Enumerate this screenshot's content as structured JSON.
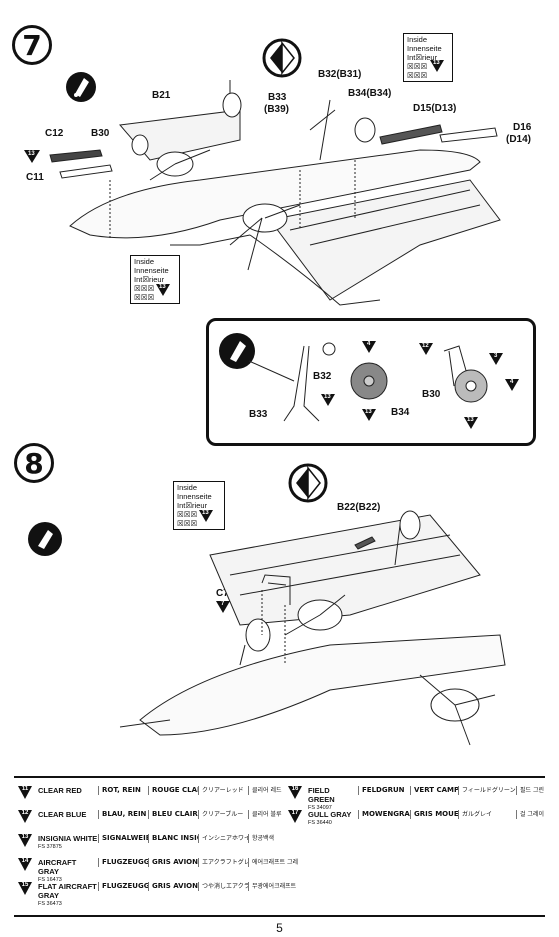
{
  "step7": {
    "number": "7",
    "labels": {
      "b21": "B21",
      "b30": "B30",
      "c12": "C12",
      "c11": "C11",
      "b33": "B33",
      "b39": "(B39)",
      "b32": "B32(B31)",
      "b34": "B34(B34)",
      "d15": "D15(D13)",
      "d16": "D16",
      "d14": "(D14)"
    },
    "note_top": {
      "l1": "Inside",
      "l2": "Innenseite",
      "l3": "Int☒rieur",
      "l4": "☒☒☒",
      "l5": "☒☒☒",
      "code": "13"
    },
    "note_left": {
      "l1": "Inside",
      "l2": "Innenseite",
      "l3": "Int☒rieur",
      "l4": "☒☒☒",
      "l5": "☒☒☒",
      "code": "13"
    },
    "c12_code": "13"
  },
  "detail": {
    "b32": "B32",
    "b33": "B33",
    "b34": "B34",
    "b30": "B30",
    "codes": {
      "b32": "13",
      "b34_top": "4",
      "b34_bot": "13",
      "b30_12": "12",
      "b30_3": "3",
      "b30_4": "4",
      "b30_13": "13"
    }
  },
  "step8": {
    "number": "8",
    "labels": {
      "b22": "B22(B22)",
      "c7": "C7"
    },
    "c7_code": "7",
    "note": {
      "l1": "Inside",
      "l2": "Innenseite",
      "l3": "Int☒rieur",
      "l4": "☒☒☒",
      "l5": "☒☒☒",
      "code": "13"
    }
  },
  "legend": {
    "rows_left": [
      {
        "n": "11",
        "en": "CLEAR RED",
        "sub": "",
        "de": "ROT, REIN",
        "fr": "ROUGE CLAIR",
        "ja": "クリアーレッド",
        "ko": "클리어 레드"
      },
      {
        "n": "12",
        "en": "CLEAR BLUE",
        "sub": "",
        "de": "BLAU, REIN",
        "fr": "BLEU CLAIR",
        "ja": "クリアーブルー",
        "ko": "클리어 블루"
      },
      {
        "n": "13",
        "en": "INSIGNIA WHITE",
        "sub": "FS 37875",
        "de": "SIGNALWEIB",
        "fr": "BLANC INSIGNE",
        "ja": "インシニアホワイト",
        "ko": "항공백색"
      },
      {
        "n": "14",
        "en": "AIRCRAFT GRAY",
        "sub": "FS 16473",
        "de": "FLUGZEUGGRAU",
        "fr": "GRIS AVION",
        "ja": "エアクラフトグレイ",
        "ko": "에어크래프트 그레이"
      },
      {
        "n": "15",
        "en": "FLAT AIRCRAFT GRAY",
        "sub": "FS 36473",
        "de": "FLUGZEUGGRAU MATT",
        "fr": "GRIS AVION MAT",
        "ja": "つや消しエアクラフトグレイ",
        "ko": "무광에어크래프트 그레이"
      }
    ],
    "rows_right": [
      {
        "n": "16",
        "en": "FIELD GREEN",
        "sub": "FS 34097",
        "de": "FELDGRÜN",
        "fr": "VERT CAMPAGNE",
        "ja": "フィールドグリーン",
        "ko": "필드 그린"
      },
      {
        "n": "17",
        "en": "GULL GRAY",
        "sub": "FS 36440",
        "de": "MÖWENGRAU",
        "fr": "GRIS MOUETTE",
        "ja": "ガルグレイ",
        "ko": "걸 그레이"
      }
    ]
  },
  "page": "5"
}
